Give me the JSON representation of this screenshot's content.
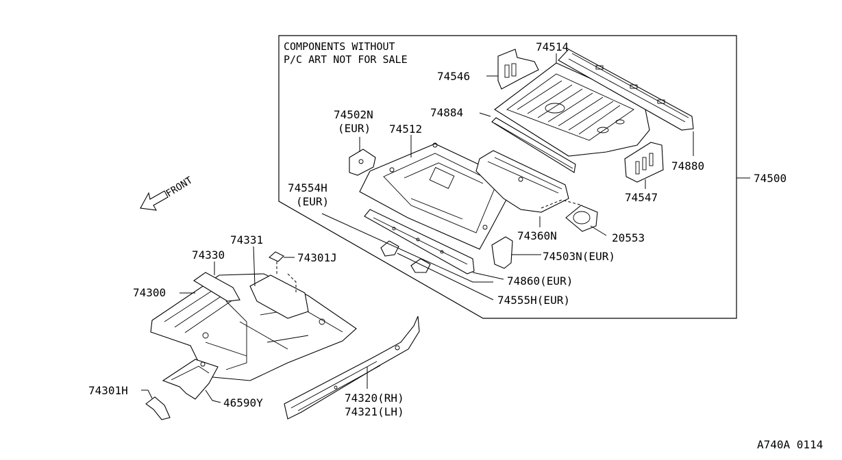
{
  "box_note": {
    "line1": "COMPONENTS WITHOUT",
    "line2": "P/C ART NOT FOR SALE"
  },
  "front_label": "FRONT",
  "drawing_code": "A740A 0114",
  "callouts": {
    "p74514": "74514",
    "p74546": "74546",
    "p74502n": "74502N",
    "p74502n_sub": "(EUR)",
    "p74884": "74884",
    "p74512": "74512",
    "p74880": "74880",
    "p74500": "74500",
    "p74554h": "74554H",
    "p74554h_sub": "(EUR)",
    "p74547": "74547",
    "p74360n": "74360N",
    "p20553": "20553",
    "p74503n": "74503N(EUR)",
    "p74331": "74331",
    "p74330": "74330",
    "p74301j": "74301J",
    "p74860": "74860(EUR)",
    "p74300": "74300",
    "p74555h": "74555H(EUR)",
    "p74301h": "74301H",
    "p74320": "74320(RH)",
    "p74321": "74321(LH)",
    "p46590y": "46590Y"
  }
}
